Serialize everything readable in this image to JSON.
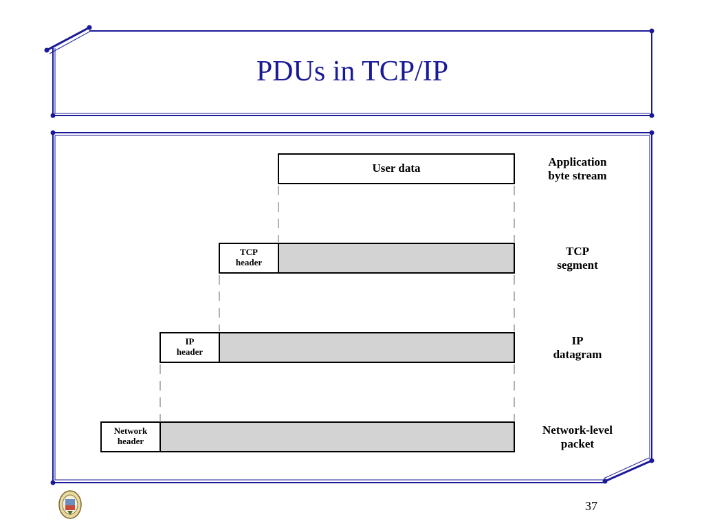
{
  "slide": {
    "title": "PDUs in TCP/IP",
    "page_number": "37"
  },
  "diagram": {
    "user_data": "User data",
    "tcp_header": [
      "TCP",
      "header"
    ],
    "ip_header": [
      "IP",
      "header"
    ],
    "network_header": [
      "Network",
      "header"
    ],
    "levels": [
      {
        "line1": "Application",
        "line2": "byte stream"
      },
      {
        "line1": "TCP",
        "line2": "segment"
      },
      {
        "line1": "IP",
        "line2": "datagram"
      },
      {
        "line1": "Network-level",
        "line2": "packet"
      }
    ]
  },
  "colors": {
    "title": "#1a1a99",
    "frame": "#1a1a99",
    "payload_fill": "#d3d3d3",
    "header_fill": "#ffffff"
  },
  "icons": {
    "logo": "university-crest-icon"
  }
}
